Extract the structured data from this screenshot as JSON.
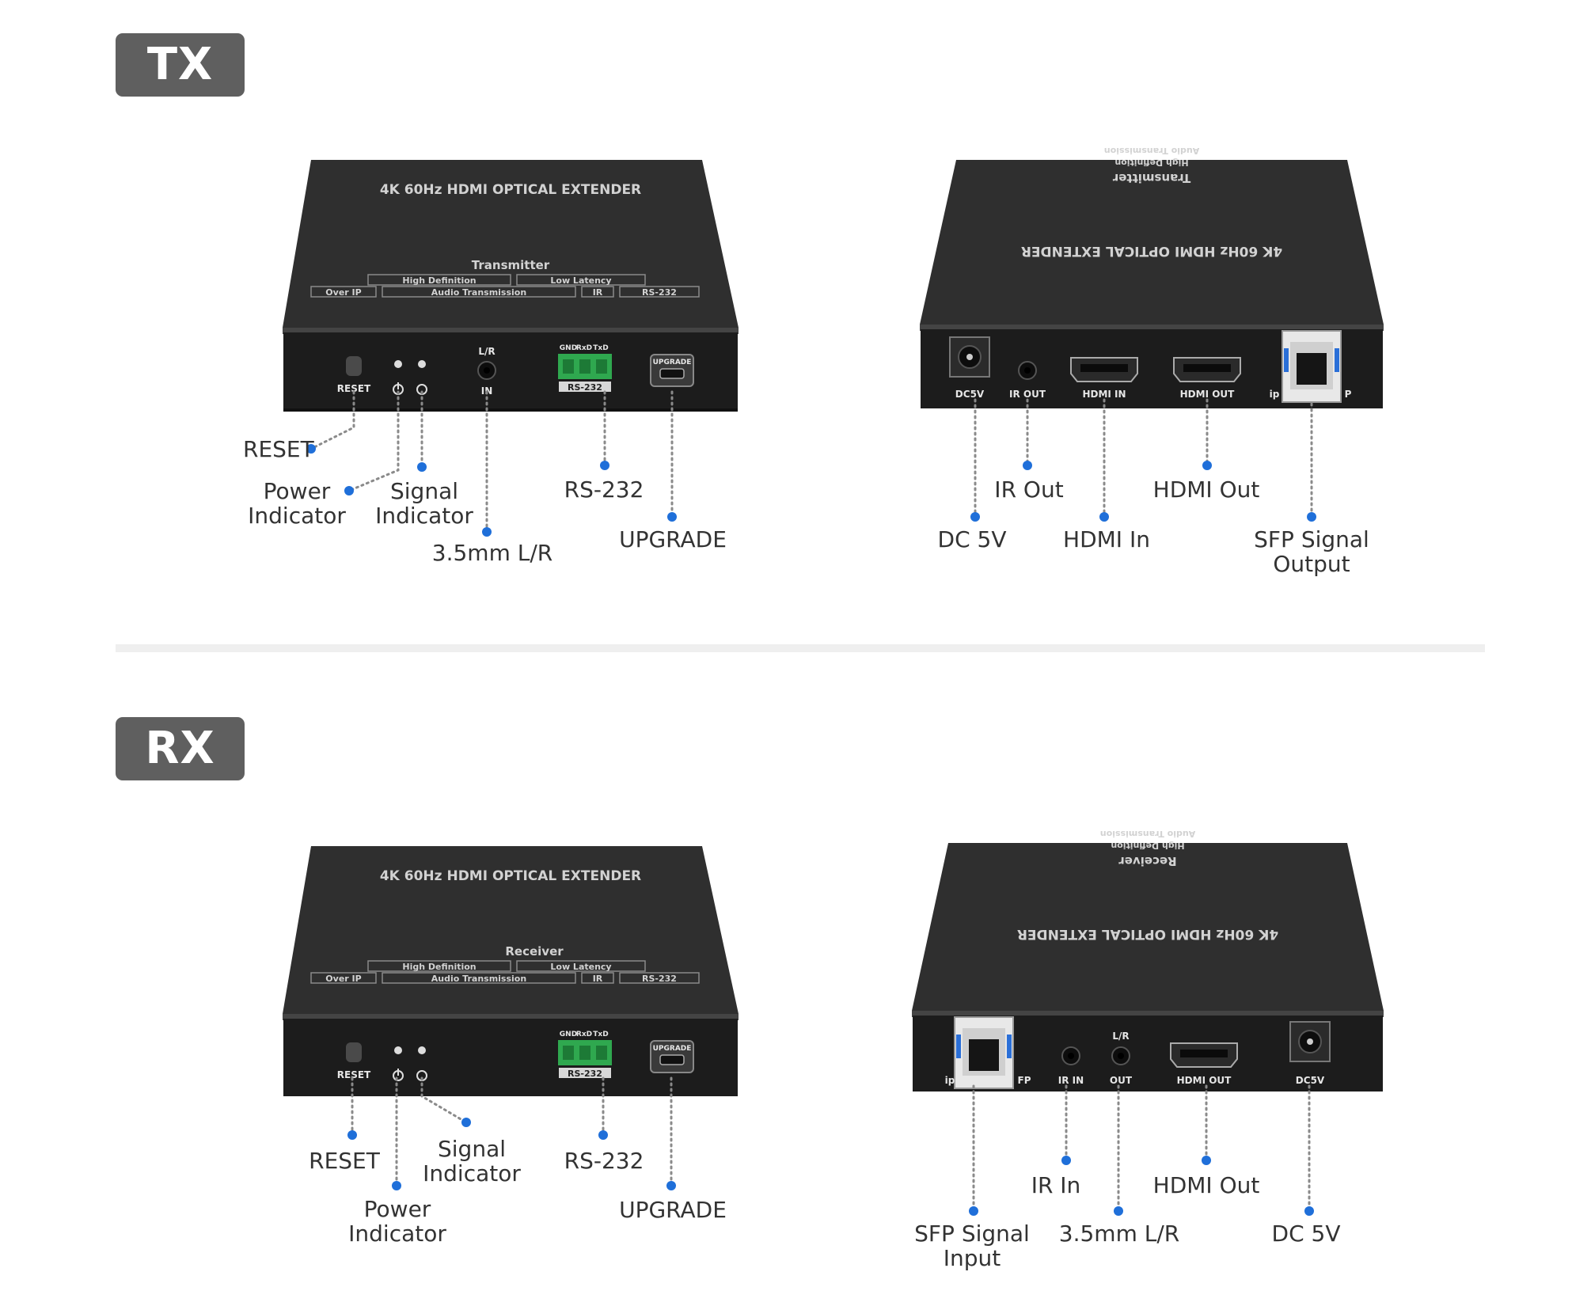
{
  "colors": {
    "badge": "#5f5f5f",
    "device_lid": "#2f2f2f",
    "device_face": "#1c1c1c",
    "leader": "#8a8a8a",
    "dot": "#1f6fd9",
    "terminal": "#2fa84f"
  },
  "sections": {
    "tx": "TX",
    "rx": "RX"
  },
  "device_text": {
    "title": "4K 60Hz HDMI OPTICAL EXTENDER",
    "transmitter": "Transmitter",
    "receiver": "Receiver",
    "tag_hd": "High Definition",
    "tag_ll": "Low Latency",
    "tag_ip": "Over IP",
    "tag_audio": "Audio Transmission",
    "tag_ir": "IR",
    "tag_rs": "RS-232"
  },
  "ports": {
    "reset": "RESET",
    "lr": "L/R",
    "in": "IN",
    "gnd": "GND",
    "rxd": "RxD",
    "txd": "TxD",
    "rs232": "RS-232",
    "upgrade": "UPGRADE",
    "dc5v": "DC5V",
    "ir_out": "IR OUT",
    "hdmi_in": "HDMI IN",
    "hdmi_out": "HDMI OUT",
    "ip": "ip",
    "p": "P",
    "fp": "FP",
    "ir_in": "IR IN",
    "out": "OUT"
  },
  "callouts": {
    "tx_front": {
      "reset": "RESET",
      "power": "Power\nIndicator",
      "signal": "Signal\nIndicator",
      "audio": "3.5mm L/R",
      "rs232": "RS-232",
      "upgrade": "UPGRADE"
    },
    "tx_rear": {
      "dc": "DC 5V",
      "ir_out": "IR Out",
      "hdmi_in": "HDMI In",
      "hdmi_out": "HDMI Out",
      "sfp": "SFP Signal\nOutput"
    },
    "rx_front": {
      "reset": "RESET",
      "power": "Power\nIndicator",
      "signal": "Signal\nIndicator",
      "rs232": "RS-232",
      "upgrade": "UPGRADE"
    },
    "rx_rear": {
      "sfp": "SFP Signal\nInput",
      "ir_in": "IR In",
      "audio": "3.5mm L/R",
      "hdmi_out": "HDMI Out",
      "dc": "DC 5V"
    }
  }
}
